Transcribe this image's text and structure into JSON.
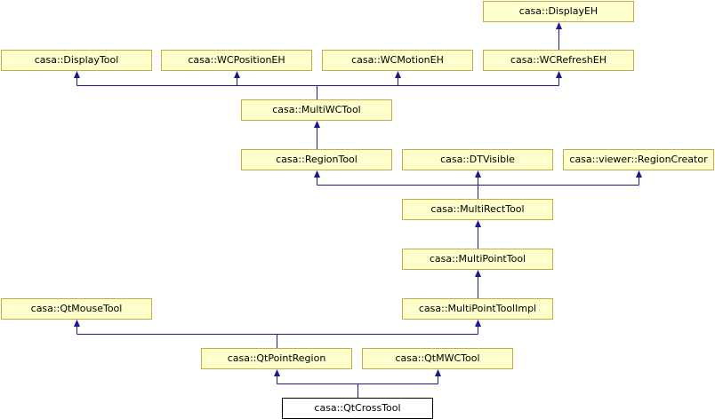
{
  "colors": {
    "edge": "#1a1a8c",
    "node_fill": "#ffffcc",
    "node_border": "#c9a94a",
    "current_fill": "#ffffff",
    "current_border": "#000000"
  },
  "nodes": {
    "display_eh": "casa::DisplayEH",
    "display_tool": "casa::DisplayTool",
    "wc_position_eh": "casa::WCPositionEH",
    "wc_motion_eh": "casa::WCMotionEH",
    "wc_refresh_eh": "casa::WCRefreshEH",
    "multi_wc_tool": "casa::MultiWCTool",
    "region_tool": "casa::RegionTool",
    "dt_visible": "casa::DTVisible",
    "region_creator": "casa::viewer::RegionCreator",
    "multi_rect_tool": "casa::MultiRectTool",
    "multi_point_tool": "casa::MultiPointTool",
    "qt_mouse_tool": "casa::QtMouseTool",
    "multi_point_tool_impl": "casa::MultiPointToolImpl",
    "qt_point_region": "casa::QtPointRegion",
    "qt_mwc_tool": "casa::QtMWCTool",
    "qt_cross_tool": "casa::QtCrossTool"
  },
  "edges": [
    {
      "child": "wc_refresh_eh",
      "parents": [
        "display_eh"
      ]
    },
    {
      "child": "multi_wc_tool",
      "parents": [
        "display_tool",
        "wc_position_eh",
        "wc_motion_eh",
        "wc_refresh_eh"
      ]
    },
    {
      "child": "region_tool",
      "parents": [
        "multi_wc_tool"
      ]
    },
    {
      "child": "multi_rect_tool",
      "parents": [
        "region_tool",
        "dt_visible",
        "region_creator"
      ]
    },
    {
      "child": "multi_point_tool",
      "parents": [
        "multi_rect_tool"
      ]
    },
    {
      "child": "multi_point_tool_impl",
      "parents": [
        "multi_point_tool"
      ]
    },
    {
      "child": "qt_point_region",
      "parents": [
        "qt_mouse_tool",
        "multi_point_tool_impl"
      ]
    },
    {
      "child": "qt_cross_tool",
      "parents": [
        "qt_point_region",
        "qt_mwc_tool"
      ]
    }
  ]
}
